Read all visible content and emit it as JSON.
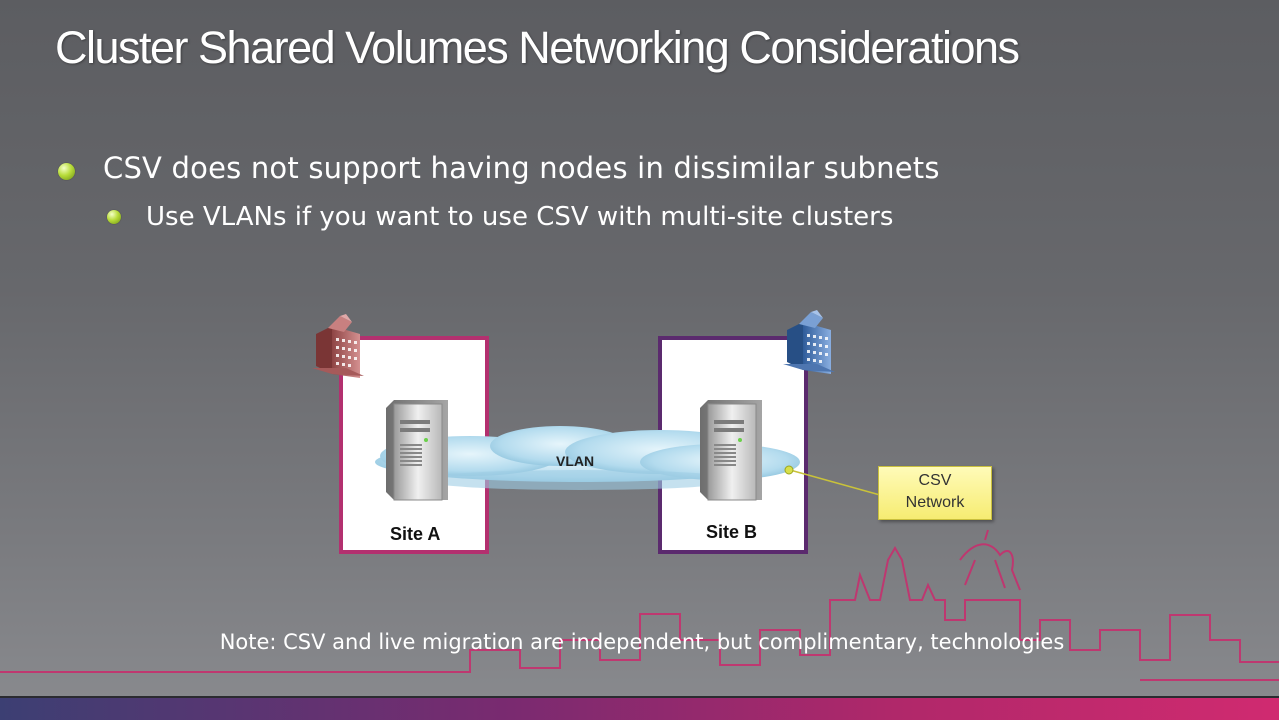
{
  "slide": {
    "title": "Cluster Shared Volumes Networking Considerations",
    "bullets": [
      "CSV does not support having nodes in dissimilar subnets",
      "Use VLANs if you want to use CSV with multi-site clusters"
    ],
    "note": "Note: CSV and live migration are independent, but complimentary, technologies"
  },
  "diagram": {
    "site_a_label": "Site A",
    "site_b_label": "Site B",
    "vlan_label": "VLAN",
    "csv_callout": [
      "CSV",
      "Network"
    ],
    "colors": {
      "site_a_border": "#b3306f",
      "site_b_border": "#5b2a6e",
      "building_a": "#b86a6a",
      "building_b": "#5f87c4",
      "cloud": "#a9d3e8",
      "callout": "#f6ec72",
      "skyline": "#c2346f"
    },
    "icons": [
      "building-icon",
      "server-icon",
      "cloud-icon"
    ]
  }
}
